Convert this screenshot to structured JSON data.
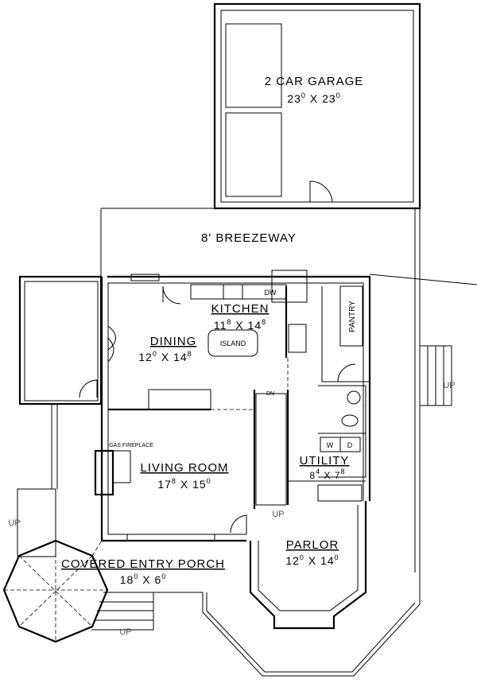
{
  "plan": {
    "rooms": {
      "garage": {
        "name": "2 CAR GARAGE",
        "w": "23",
        "w_in": "0",
        "h": "23",
        "h_in": "0"
      },
      "breezeway": {
        "name": "8' BREEZEWAY"
      },
      "kitchen": {
        "name": "KITCHEN",
        "w": "11",
        "w_in": "8",
        "h": "14",
        "h_in": "8"
      },
      "dining": {
        "name": "DINING",
        "w": "12",
        "w_in": "0",
        "h": "14",
        "h_in": "8"
      },
      "living": {
        "name": "LIVING ROOM",
        "w": "17",
        "w_in": "8",
        "h": "15",
        "h_in": "0"
      },
      "utility": {
        "name": "UTILITY",
        "w": "8",
        "w_in": "4",
        "h": "7",
        "h_in": "8"
      },
      "parlor": {
        "name": "PARLOR",
        "w": "12",
        "w_in": "0",
        "h": "14",
        "h_in": "0"
      },
      "porch": {
        "name": "COVERED ENTRY PORCH",
        "w": "18",
        "w_in": "0",
        "h": "6",
        "h_in": "0"
      }
    },
    "fixtures": {
      "island": "ISLAND",
      "pantry": "PANTRY",
      "fireplace": "GAS FIREPLACE",
      "dishwasher": "DW",
      "washer": "W",
      "dryer": "D",
      "stair_down": "DN"
    },
    "stairs": {
      "up_label": "UP"
    }
  }
}
